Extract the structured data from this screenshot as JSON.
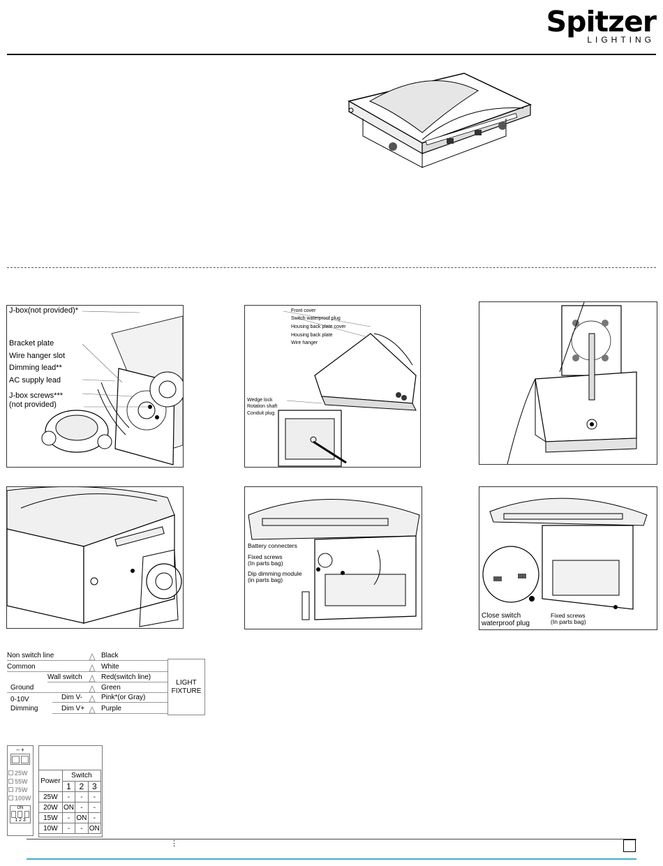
{
  "brand": {
    "name": "Spitzer",
    "sub": "LIGHTING"
  },
  "panel1": {
    "labels": [
      "J-box(not provided)*",
      "Bracket plate",
      "Wire hanger slot",
      "Dimming lead**",
      "AC supply lead",
      "J-box screws***",
      "(not provided)"
    ]
  },
  "panel2": {
    "labels": [
      "Front cover",
      "Switch waterproof plug",
      "Housing back plate cover",
      "Housing back plate",
      "Wire hanger",
      "Wedge lock",
      "Rotation shaft",
      "Conduit plug"
    ]
  },
  "panel5": {
    "labels": [
      "Battery connecters",
      "Fixed screws",
      "(In parts bag)",
      "Dip dimming module",
      "(in parts bag)"
    ]
  },
  "panel6": {
    "labels": [
      "Close switch",
      "waterproof plug",
      "Fixed screws",
      "(In parts bag)"
    ]
  },
  "wiring": {
    "left": [
      "Non switch line",
      "Common",
      "Wall switch",
      "Ground",
      "0-10V",
      "Dimming",
      "Dim V-",
      "Dim V+"
    ],
    "right": [
      "Black",
      "White",
      "Red(switch line)",
      "Green",
      "Pink*(or Gray)",
      "Purple"
    ],
    "fixture": [
      "LIGHT",
      "FIXTURE"
    ]
  },
  "dip": {
    "module": {
      "top": "– +",
      "watts": [
        "25W",
        "55W",
        "75W",
        "100W"
      ],
      "on": "ON",
      "nums": "1 2 3"
    },
    "header_power": "Power",
    "header_switch": "Switch",
    "cols": [
      "1",
      "2",
      "3"
    ],
    "rows": [
      [
        "25W",
        "-",
        "-",
        "-"
      ],
      [
        "20W",
        "ON",
        "-",
        "-"
      ],
      [
        "15W",
        "-",
        "ON",
        "-"
      ],
      [
        "10W",
        "-",
        "-",
        "ON"
      ]
    ]
  },
  "footer": {
    "sep": "⋮"
  }
}
